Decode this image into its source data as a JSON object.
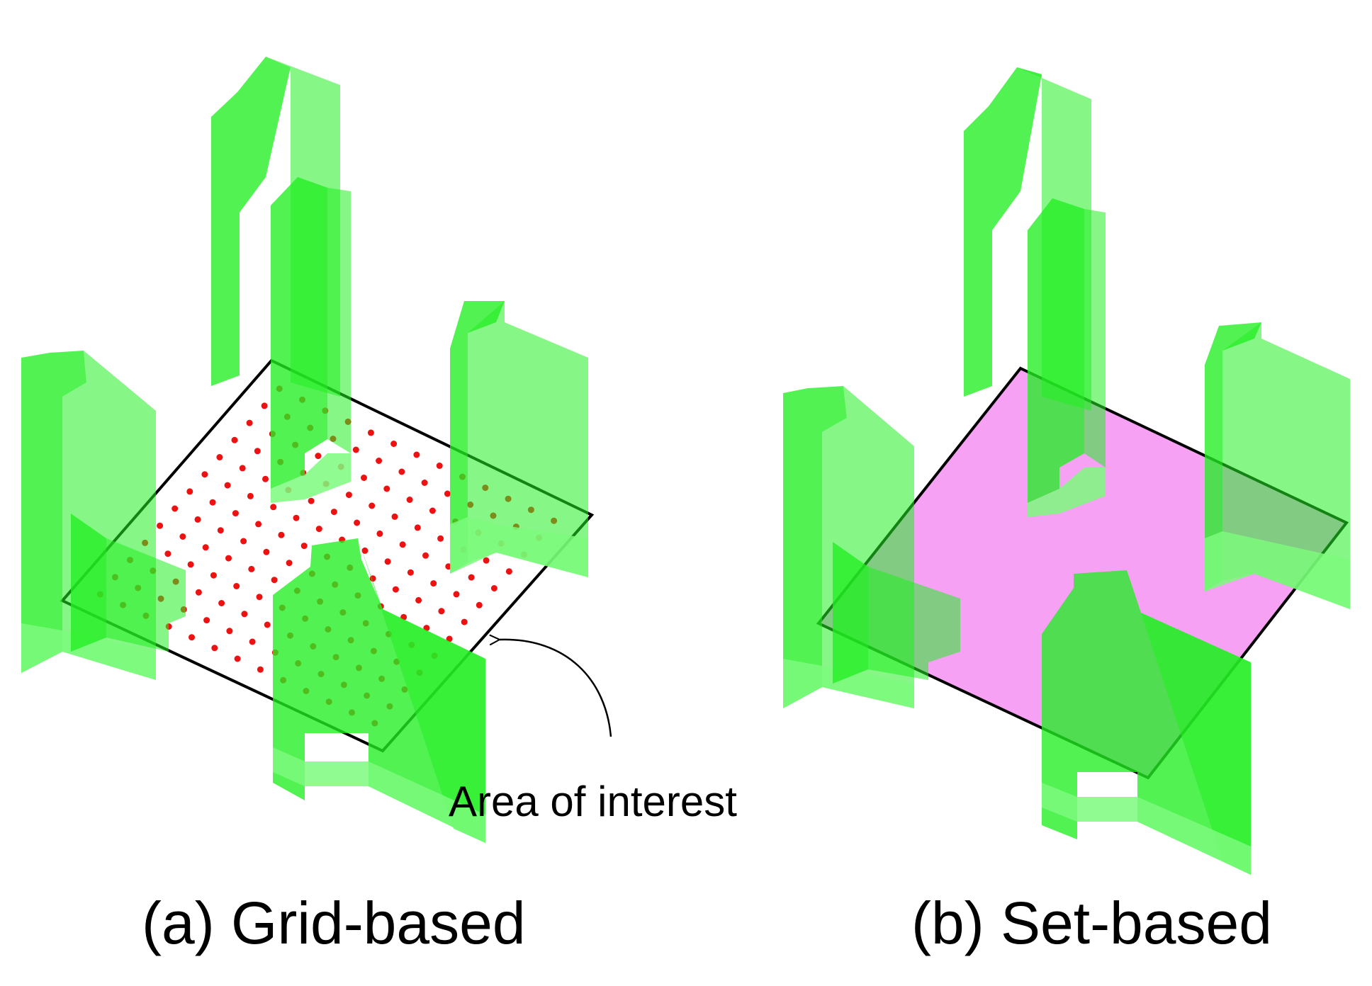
{
  "panels": [
    {
      "id": "a",
      "caption": "(a) Grid-based",
      "style": "grid"
    },
    {
      "id": "b",
      "caption": "(b) Set-based",
      "style": "set"
    }
  ],
  "annotation": {
    "label": "Area of interest"
  },
  "colors": {
    "building": "#22ee22",
    "grid_point": "#ee1111",
    "area_fill_set": "#f7a1f5",
    "outline": "#000000"
  }
}
